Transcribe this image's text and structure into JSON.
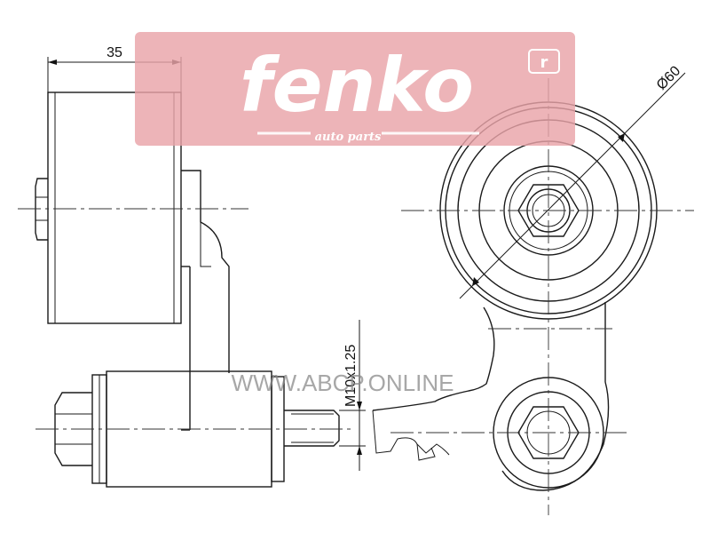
{
  "drawing": {
    "dim_width": "35",
    "dim_diameter": "Ø60",
    "dim_thread": "M10x1.25"
  },
  "logo": {
    "brand": "fenko",
    "tagline": "auto parts",
    "mark": "r",
    "color": "#e9a3a8"
  },
  "watermark": {
    "text": "WWW.ABCP.ONLINE"
  }
}
